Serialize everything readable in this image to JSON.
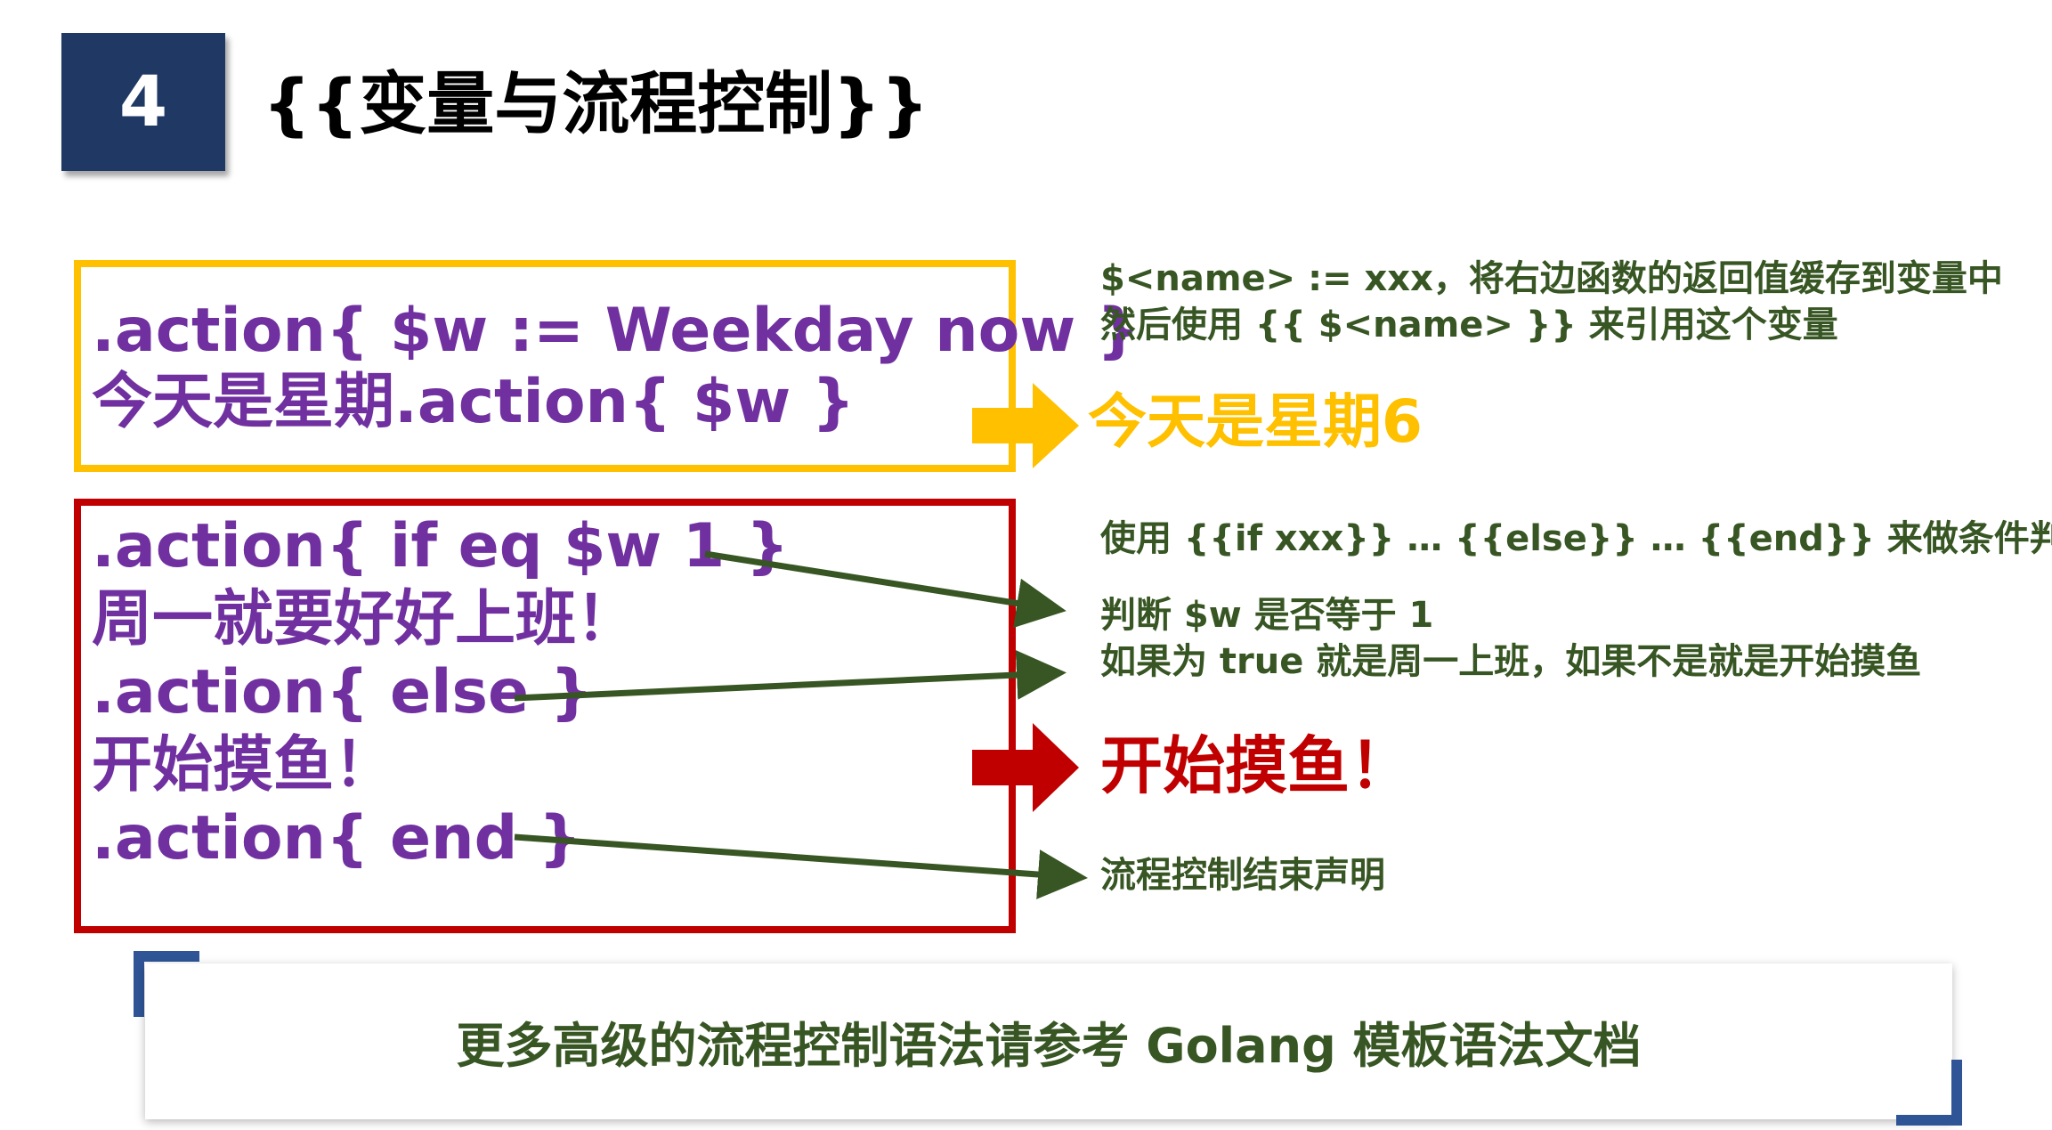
{
  "slide": {
    "number": "4",
    "title": "{{变量与流程控制}}"
  },
  "variable_block": {
    "line1": ".action{ $w := Weekday now }",
    "line2": "今天是星期.action{ $w }",
    "result": "今天是星期6",
    "note_line1": "$<name> := xxx，将右边函数的返回值缓存到变量中",
    "note_line2": "然后使用 {{ $<name> }} 来引用这个变量"
  },
  "condition_block": {
    "line1": ".action{ if eq $w 1 }",
    "line2": "周一就要好好上班！",
    "line3": ".action{ else }",
    "line4": "开始摸鱼！",
    "line5": ".action{ end }",
    "result": "开始摸鱼！",
    "note_usage": "使用 {{if xxx}} … {{else}} … {{end}} 来做条件判断",
    "note_if": "判断 $w 是否等于 1",
    "note_else": "如果为 true 就是周一上班，如果不是就是开始摸鱼",
    "note_end": "流程控制结束声明"
  },
  "footer": {
    "text": "更多高级的流程控制语法请参考 Golang 模板语法文档"
  },
  "colors": {
    "navy": "#1f3864",
    "purple": "#7030a0",
    "yellow": "#ffc000",
    "red": "#c00000",
    "green": "#375623",
    "bracket_blue": "#2f5597"
  }
}
